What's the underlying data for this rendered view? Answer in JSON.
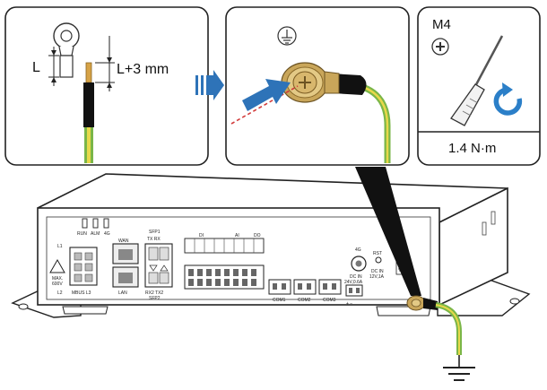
{
  "panel_left": {
    "label_l": "L",
    "label_l3": "L+3 mm"
  },
  "panel_tool": {
    "screw_size": "M4",
    "torque": "1.4 N·m"
  },
  "device": {
    "ports": {
      "l1": "L1",
      "l2": "L2",
      "mbus_l3": "MBUS L3",
      "max_voltage": "MAX.",
      "max_voltage_2": "600V",
      "run": "RUN",
      "alm": "ALM",
      "fourg": "4G",
      "wan": "WAN",
      "lan": "LAN",
      "sfp1": "SFP1",
      "sfp2": "SFP2",
      "rx_tx_top": "TX  RX",
      "rx_tx_bottom": "RX2  TX2",
      "di": "DI",
      "ai": "AI",
      "do": "DO",
      "com1": "COM1",
      "com2": "COM2",
      "com3": "COM3",
      "antenna": "4G",
      "rst": "RST",
      "dc_in_1": "DC IN",
      "dc_in_1b": "24V,0.6A",
      "dc_in_2": "DC IN",
      "dc_in_2b": "12V,1A",
      "plus_minus": "+  −"
    }
  },
  "colors": {
    "arrow": "#2e73b8",
    "rotation": "#2b7fc8",
    "ground_wire_green": "#7ab648",
    "ground_wire_yellow": "#e8d84a"
  }
}
